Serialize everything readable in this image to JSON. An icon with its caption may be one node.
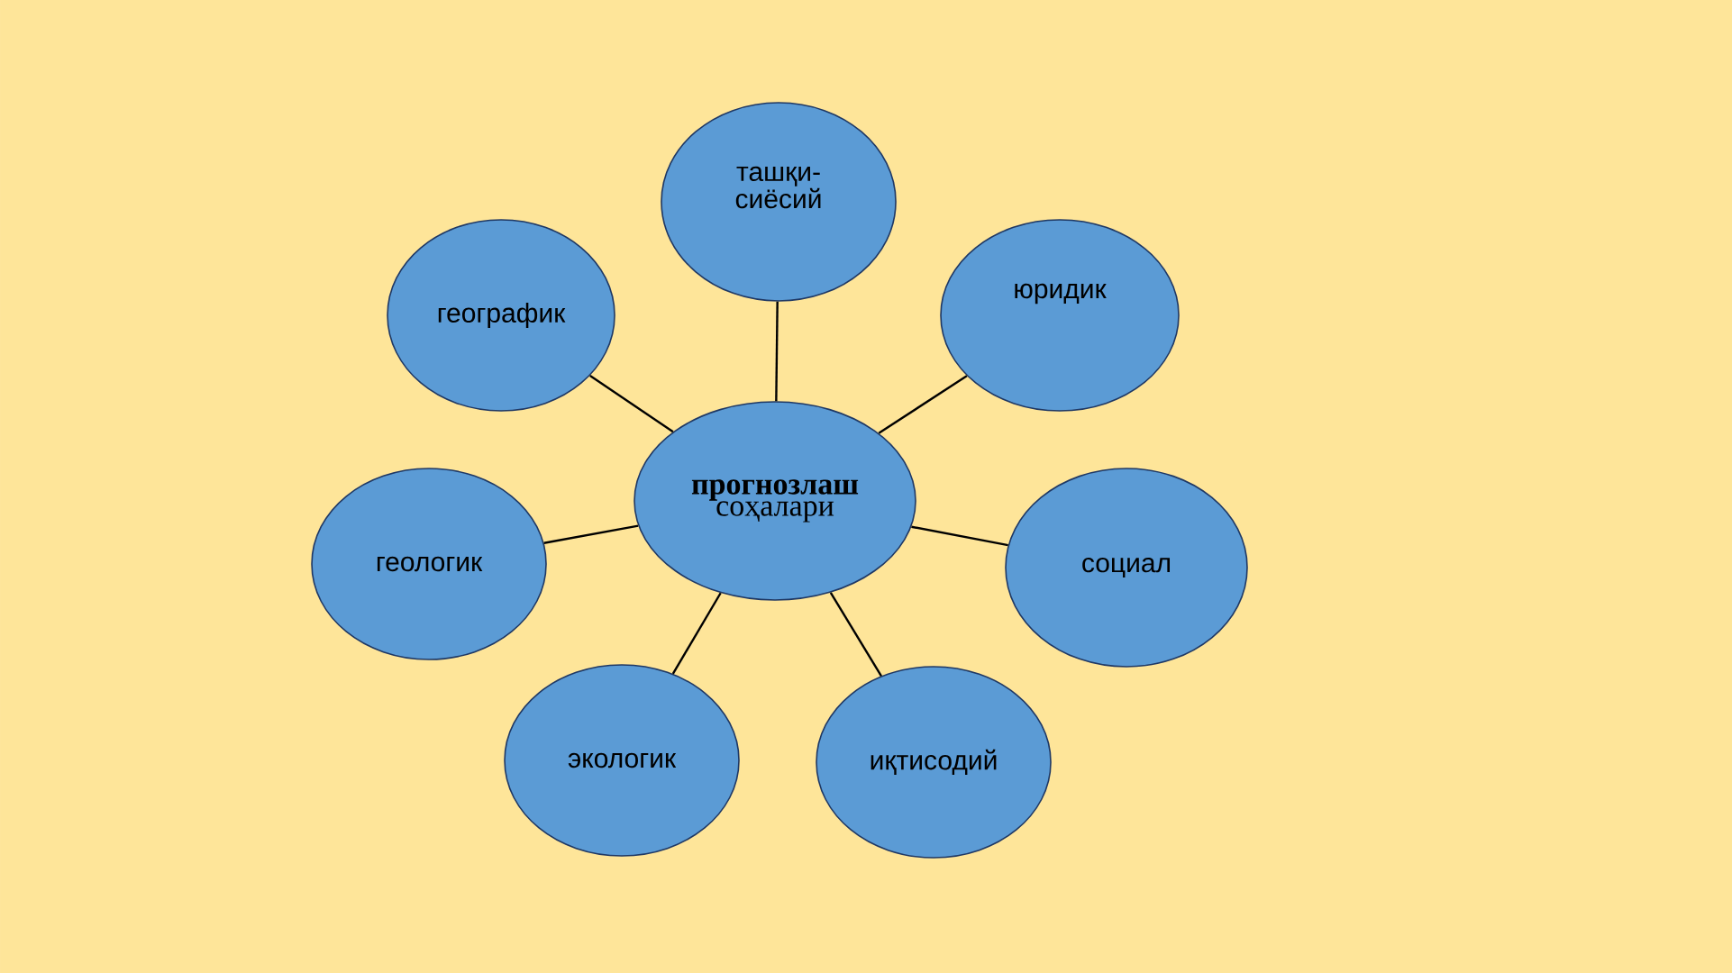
{
  "diagram": {
    "nodes": [
      {
        "text": [
          "прогнозлаш",
          "соҳалари"
        ]
      },
      {
        "text": [
          "ташқи- сиёсий"
        ]
      },
      {
        "text": [
          "юридик"
        ]
      },
      {
        "text": [
          "социал"
        ]
      },
      {
        "text": [
          "иқтисодий"
        ]
      },
      {
        "text": [
          "экологик"
        ]
      },
      {
        "text": [
          "геологик"
        ]
      },
      {
        "text": [
          "географик"
        ]
      }
    ],
    "edges": [
      {
        "from": 0,
        "to": 1,
        "arrow": "none"
      },
      {
        "from": 0,
        "to": 2,
        "arrow": "none"
      },
      {
        "from": 0,
        "to": 3,
        "arrow": "none"
      },
      {
        "from": 0,
        "to": 4,
        "arrow": "none"
      },
      {
        "from": 0,
        "to": 5,
        "arrow": "none"
      },
      {
        "from": 0,
        "to": 6,
        "arrow": "none"
      },
      {
        "from": 0,
        "to": 7,
        "arrow": "none"
      }
    ]
  }
}
